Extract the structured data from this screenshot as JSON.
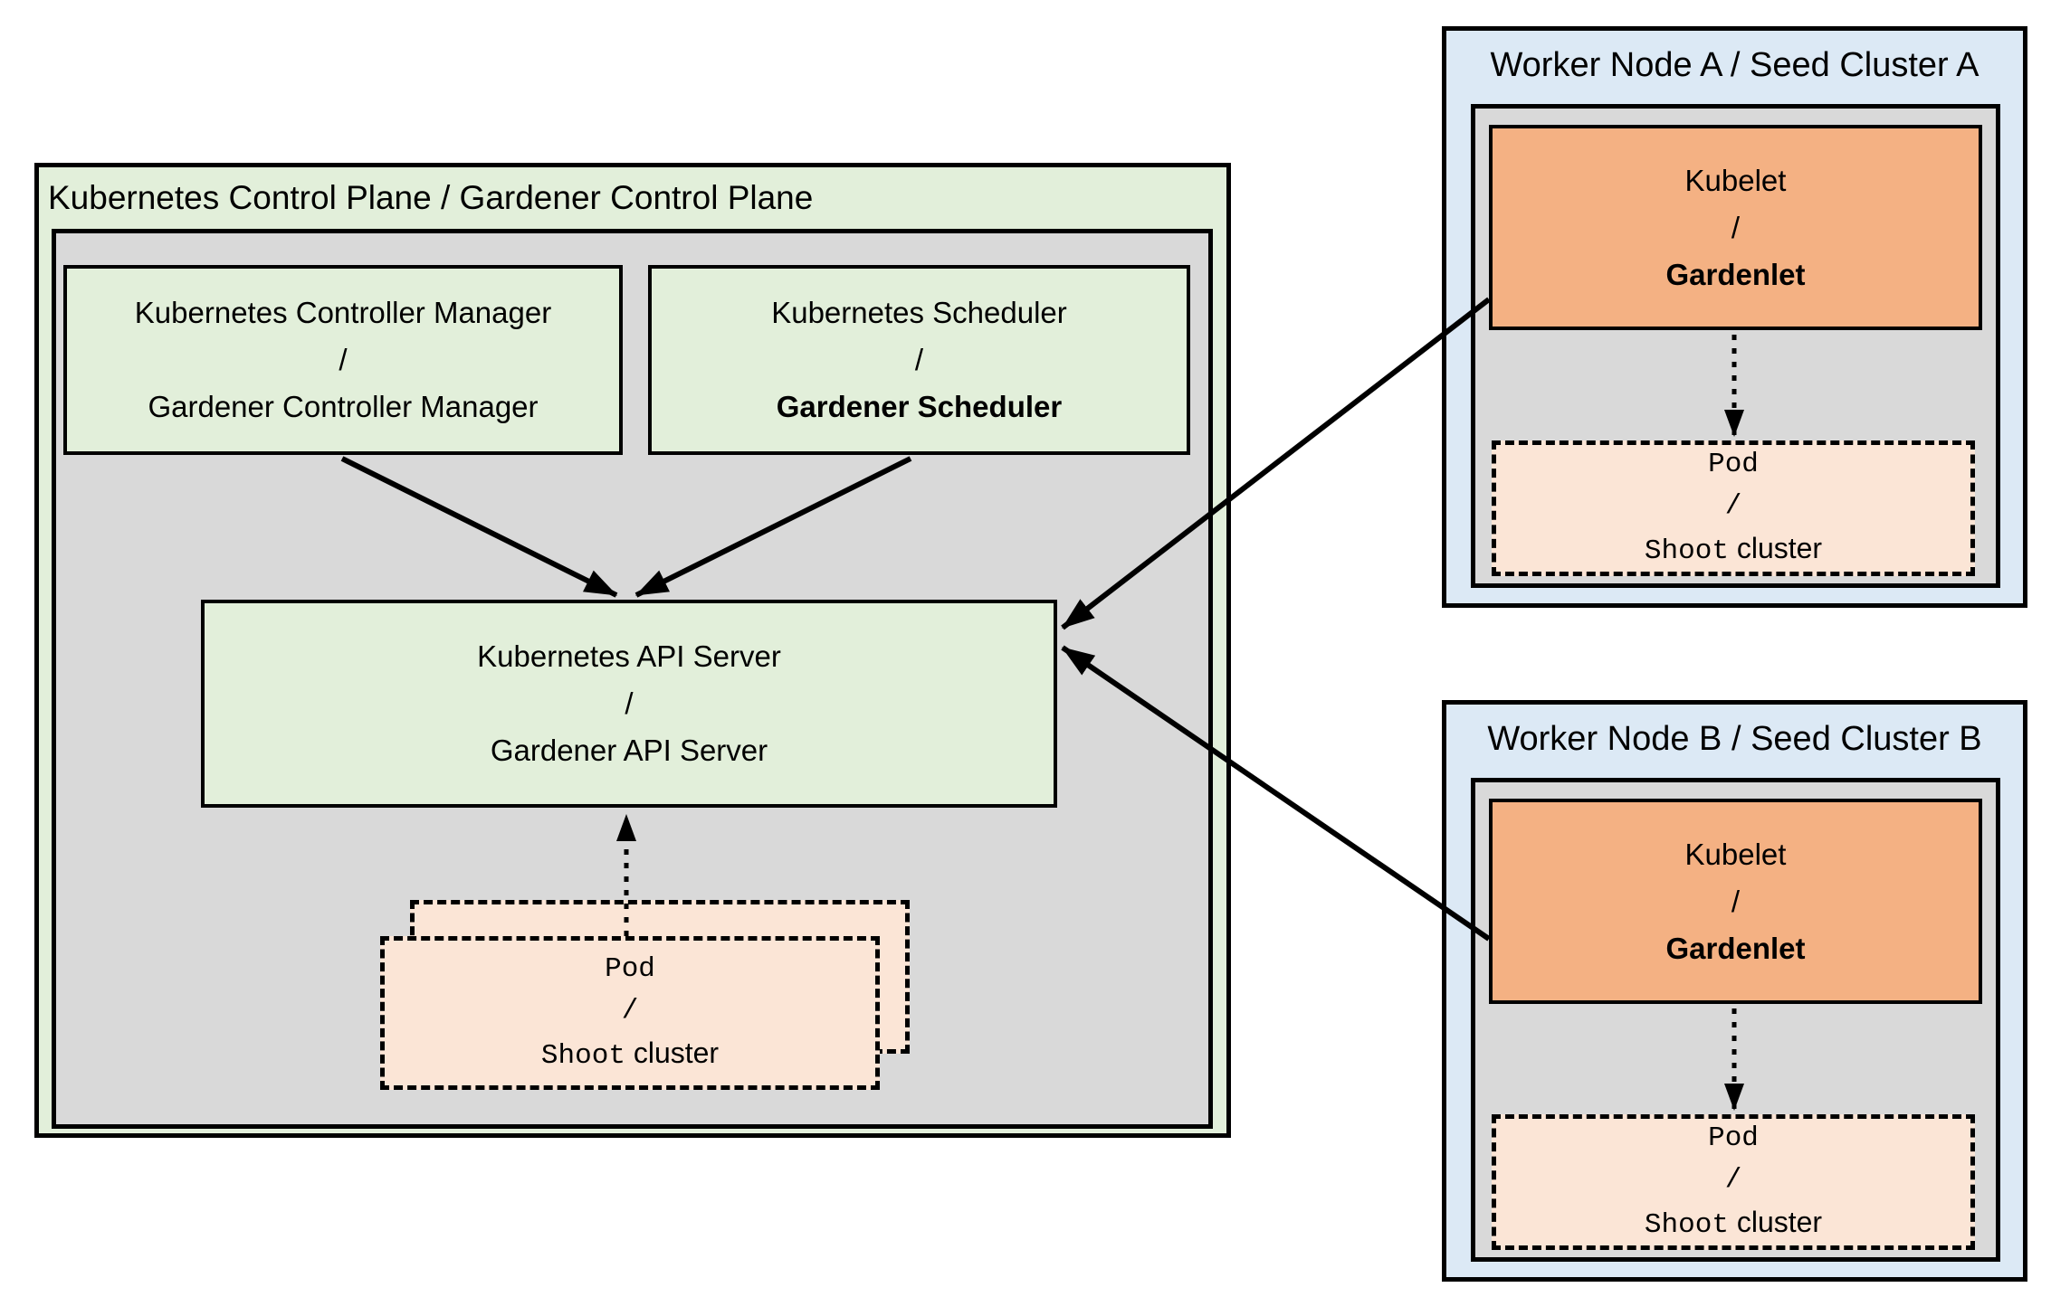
{
  "colors": {
    "control_plane_fill": "#e2efda",
    "panel_fill": "#d9d9d9",
    "worker_node_fill": "#dce9f5",
    "kubelet_fill": "#f4b183",
    "pod_fill": "#fbe5d6",
    "border": "#000000",
    "page_background": "#ffffff"
  },
  "control_plane": {
    "title": "Kubernetes Control Plane / Gardener Control Plane",
    "controller_manager": {
      "line1": "Kubernetes Controller Manager",
      "separator": "/",
      "line2": "Gardener Controller Manager"
    },
    "scheduler": {
      "line1": "Kubernetes Scheduler",
      "separator": "/",
      "line2": "Gardener Scheduler"
    },
    "api_server": {
      "line1": "Kubernetes API Server",
      "separator": "/",
      "line2": "Gardener API Server"
    },
    "pod_stack": {
      "line1": "Pod",
      "separator": "/",
      "line2_mono": "Shoot",
      "line2_suffix": "cluster"
    }
  },
  "worker_node_a": {
    "title": "Worker Node A / Seed Cluster A",
    "kubelet": {
      "line1": "Kubelet",
      "separator": "/",
      "line2": "Gardenlet"
    },
    "pod": {
      "line1": "Pod",
      "separator": "/",
      "line2_mono": "Shoot",
      "line2_suffix": "cluster"
    }
  },
  "worker_node_b": {
    "title": "Worker Node B / Seed Cluster B",
    "kubelet": {
      "line1": "Kubelet",
      "separator": "/",
      "line2": "Gardenlet"
    },
    "pod": {
      "line1": "Pod",
      "separator": "/",
      "line2_mono": "Shoot",
      "line2_suffix": "cluster"
    }
  },
  "edges": [
    {
      "from": "kubernetes-controller-manager",
      "to": "kubernetes-api-server",
      "style": "solid-arrow"
    },
    {
      "from": "kubernetes-scheduler",
      "to": "kubernetes-api-server",
      "style": "solid-arrow"
    },
    {
      "from": "pod-shoot-cluster-stack",
      "to": "kubernetes-api-server",
      "style": "dotted-arrow"
    },
    {
      "from": "kubelet-gardenlet-a",
      "to": "kubernetes-api-server",
      "style": "solid-arrow"
    },
    {
      "from": "kubelet-gardenlet-b",
      "to": "kubernetes-api-server",
      "style": "solid-arrow"
    },
    {
      "from": "kubelet-gardenlet-a",
      "to": "pod-shoot-cluster-a",
      "style": "dotted-arrow"
    },
    {
      "from": "kubelet-gardenlet-b",
      "to": "pod-shoot-cluster-b",
      "style": "dotted-arrow"
    }
  ]
}
